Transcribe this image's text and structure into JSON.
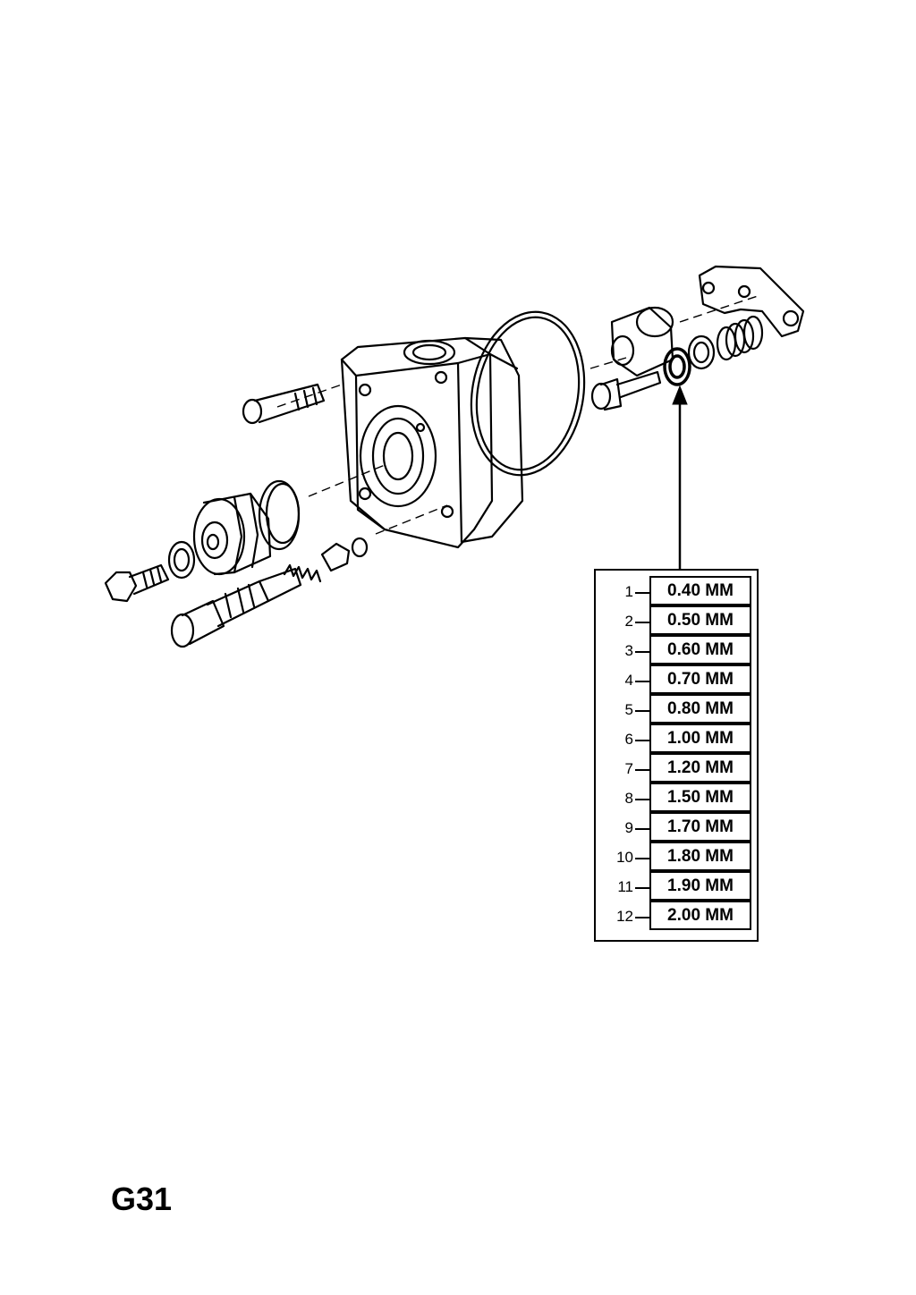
{
  "page_code": "G31",
  "legend": {
    "items": [
      {
        "number": "1",
        "value": "0.40 MM"
      },
      {
        "number": "2",
        "value": "0.50 MM"
      },
      {
        "number": "3",
        "value": "0.60 MM"
      },
      {
        "number": "4",
        "value": "0.70 MM"
      },
      {
        "number": "5",
        "value": "0.80 MM"
      },
      {
        "number": "6",
        "value": "1.00 MM"
      },
      {
        "number": "7",
        "value": "1.20 MM"
      },
      {
        "number": "8",
        "value": "1.50 MM"
      },
      {
        "number": "9",
        "value": "1.70 MM"
      },
      {
        "number": "10",
        "value": "1.80 MM"
      },
      {
        "number": "11",
        "value": "1.90 MM"
      },
      {
        "number": "12",
        "value": "2.00 MM"
      }
    ]
  },
  "colors": {
    "line": "#000000",
    "background": "#ffffff"
  }
}
